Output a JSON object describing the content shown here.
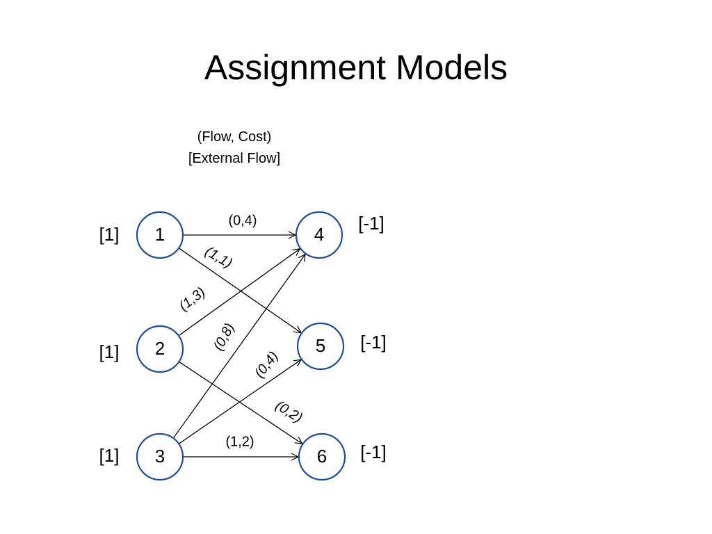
{
  "title": "Assignment Models",
  "legend": {
    "line1": "(Flow, Cost)",
    "line2": "[External Flow]"
  },
  "colors": {
    "node_stroke": "#1f4e9c",
    "edge": "#000000",
    "text": "#000000"
  },
  "nodes": [
    {
      "id": "1",
      "label": "1",
      "external_flow": "[1]"
    },
    {
      "id": "2",
      "label": "2",
      "external_flow": "[1]"
    },
    {
      "id": "3",
      "label": "3",
      "external_flow": "[1]"
    },
    {
      "id": "4",
      "label": "4",
      "external_flow": "[-1]"
    },
    {
      "id": "5",
      "label": "5",
      "external_flow": "[-1]"
    },
    {
      "id": "6",
      "label": "6",
      "external_flow": "[-1]"
    }
  ],
  "edges": [
    {
      "from": "1",
      "to": "4",
      "label": "(0,4)"
    },
    {
      "from": "1",
      "to": "5",
      "label": "(1,1)"
    },
    {
      "from": "2",
      "to": "4",
      "label": "(1,3)"
    },
    {
      "from": "2",
      "to": "6",
      "label": "(0,2)"
    },
    {
      "from": "3",
      "to": "4",
      "label": "(0,8)"
    },
    {
      "from": "3",
      "to": "5",
      "label": "(0,4)"
    },
    {
      "from": "3",
      "to": "6",
      "label": "(1,2)"
    }
  ]
}
